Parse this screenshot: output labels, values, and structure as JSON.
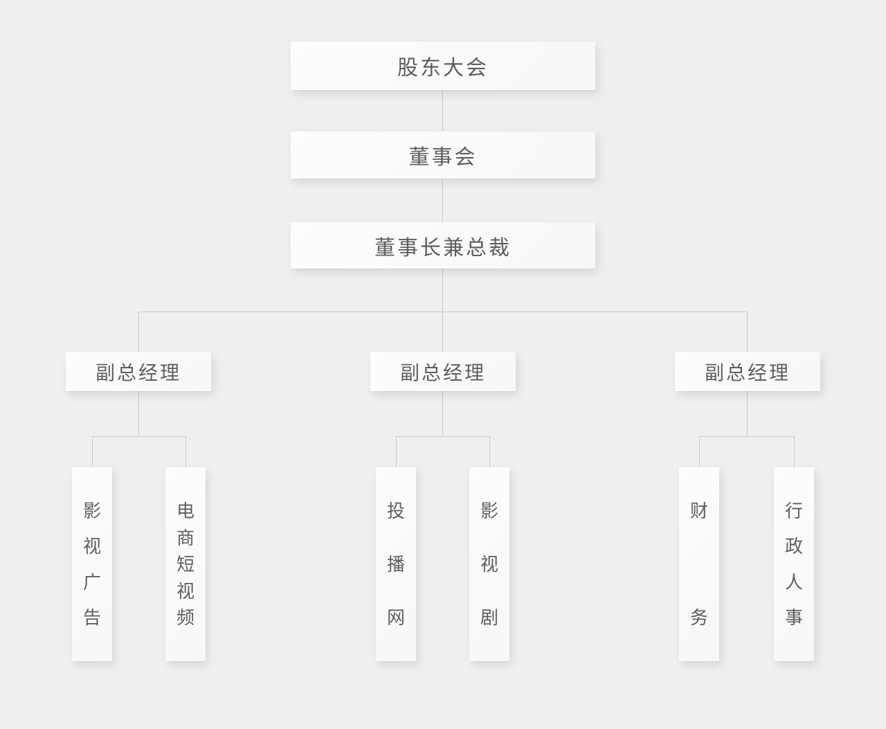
{
  "page": {
    "background_color": "#f0efed",
    "node_color": "#fbfbfa",
    "line_color": "#c9c9c9",
    "text_color": "#5e5e5e"
  },
  "org_chart": {
    "levels": [
      {
        "label": "股东大会"
      },
      {
        "label": "董事会"
      },
      {
        "label": "董事长兼总裁"
      }
    ],
    "branches": [
      {
        "label": "副总经理",
        "departments": [
          "影视广告",
          "电商短视频"
        ]
      },
      {
        "label": "副总经理",
        "departments": [
          "投播网",
          "影视剧"
        ]
      },
      {
        "label": "副总经理",
        "departments": [
          "财务",
          "行政人事"
        ]
      }
    ]
  }
}
